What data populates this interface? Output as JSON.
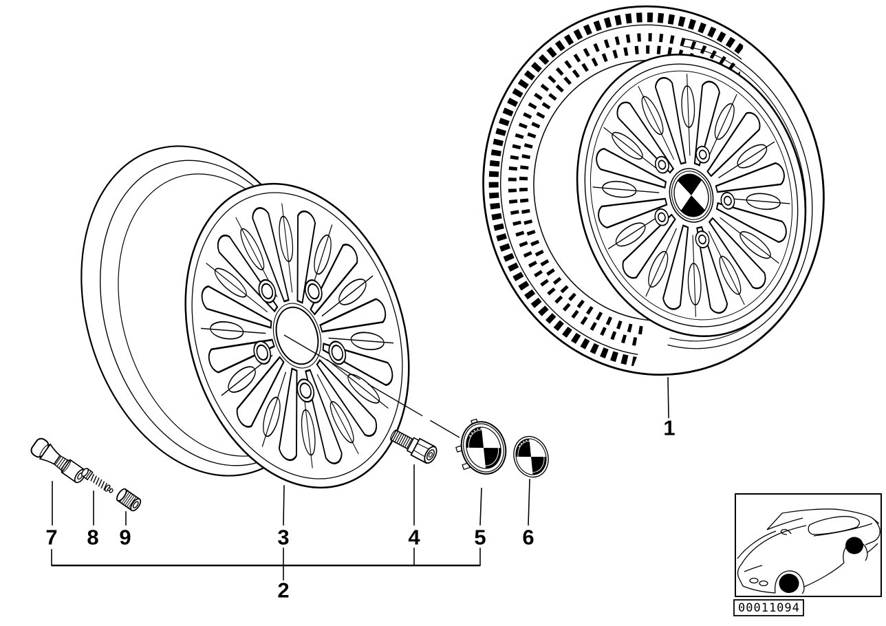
{
  "diagram": {
    "type": "parts-exploded-diagram",
    "callouts": {
      "n1": "1",
      "n2": "2",
      "n3": "3",
      "n4": "4",
      "n5": "5",
      "n6": "6",
      "n7": "7",
      "n8": "8",
      "n9": "9"
    },
    "code_box": {
      "text": "00011094"
    },
    "colors": {
      "background": "#ffffff",
      "line": "#000000",
      "highlight_fill": "#000000"
    },
    "icons": {
      "item_1": "complete-wheel-with-tire-icon",
      "item_2": "wheel-assembly-bracket-group",
      "item_3": "alloy-rim-radial-spoke-icon",
      "item_4": "wheel-bolt-icon",
      "item_5": "hub-cap-roundel-icon",
      "item_6": "emblem-badge-icon",
      "item_7": "tire-valve-stem-icon",
      "item_8": "valve-core-icon",
      "item_9": "valve-cap-icon",
      "thumbnail": "sedan-outline-icon"
    }
  }
}
